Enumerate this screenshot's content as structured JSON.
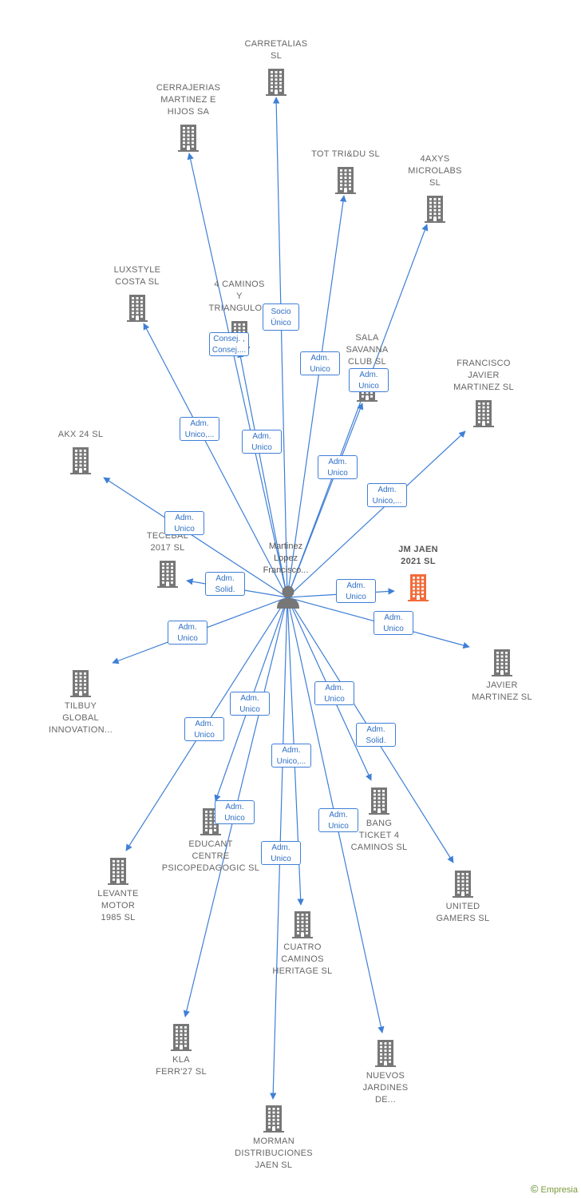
{
  "center": {
    "label": "Martinez\nLopez\nFrancisco..."
  },
  "colors": {
    "edge": "#3f7fd6",
    "building": "#777777",
    "highlight": "#f26b3a"
  },
  "nodes": [
    {
      "id": "carretalias",
      "label": "CARRETALIAS\nSL",
      "edge": "",
      "highlight": false
    },
    {
      "id": "cerrajerias",
      "label": "CERRAJERIAS\nMARTINEZ E\nHIJOS SA",
      "edge": "Consej. ,\nConsej....",
      "highlight": false
    },
    {
      "id": "tot-tridu",
      "label": "TOT TRI&DU SL",
      "edge": "Adm.\nUnico",
      "highlight": false
    },
    {
      "id": "4axys",
      "label": "4AXYS\nMICROLABS\nSL",
      "edge": "Adm.\nUnico",
      "highlight": false
    },
    {
      "id": "luxstyle",
      "label": "LUXSTYLE\nCOSTA SL",
      "edge": "Adm.\nUnico,...",
      "highlight": false
    },
    {
      "id": "4caminos",
      "label": "4 CAMINOS\nY\nTRIANGULO...",
      "edge": "Adm.\nUnico",
      "highlight": false
    },
    {
      "id": "sala-savanna",
      "label": "SALA\nSAVANNA\nCLUB SL",
      "edge": "Adm.\nUnico",
      "highlight": false
    },
    {
      "id": "francisco-javier",
      "label": "FRANCISCO\nJAVIER\nMARTINEZ SL",
      "edge": "Adm.\nUnico,...",
      "highlight": false
    },
    {
      "id": "akx24",
      "label": "AKX 24 SL",
      "edge": "Adm.\nUnico",
      "highlight": false
    },
    {
      "id": "tecebal",
      "label": "TECEBAL\n2017 SL",
      "edge": "Adm.\nSolid.",
      "highlight": false
    },
    {
      "id": "jm-jaen",
      "label": "JM JAEN\n2021 SL",
      "edge": "Adm.\nUnico",
      "highlight": true
    },
    {
      "id": "javier-martinez",
      "label": "JAVIER\nMARTINEZ SL",
      "edge": "Adm.\nUnico",
      "highlight": false
    },
    {
      "id": "tilbuy",
      "label": "TILBUY\nGLOBAL\nINNOVATION...",
      "edge": "Adm.\nUnico",
      "highlight": false
    },
    {
      "id": "educant",
      "label": "EDUCANT\nCENTRE\nPSICOPEDAGOGIC SL",
      "edge": "Adm.\nUnico",
      "highlight": false
    },
    {
      "id": "bang-ticket",
      "label": "BANG\nTICKET 4\nCAMINOS SL",
      "edge": "Adm.\nUnico",
      "highlight": false
    },
    {
      "id": "united-gamers",
      "label": "UNITED\nGAMERS SL",
      "edge": "Adm.\nSolid.",
      "highlight": false
    },
    {
      "id": "levante-motor",
      "label": "LEVANTE\nMOTOR\n1985 SL",
      "edge": "Adm.\nUnico",
      "highlight": false
    },
    {
      "id": "cuatro-caminos",
      "label": "CUATRO\nCAMINOS\nHERITAGE SL",
      "edge": "Adm.\nUnico,...",
      "highlight": false
    },
    {
      "id": "kla-ferr",
      "label": "KLA\nFERR'27 SL",
      "edge": "Adm.\nUnico",
      "highlight": false
    },
    {
      "id": "nuevos-jardines",
      "label": "NUEVOS\nJARDINES\nDE...",
      "edge": "Adm.\nUnico",
      "highlight": false
    },
    {
      "id": "morman",
      "label": "MORMAN\nDISTRIBUCIONES\nJAEN SL",
      "edge": "Adm.\nUnico",
      "highlight": false
    }
  ],
  "extra_edge_labels": [
    {
      "id": "socio-unico",
      "label": "Socio\nÚnico"
    }
  ],
  "footer": {
    "copyright": "©",
    "brand": "Empresia"
  }
}
